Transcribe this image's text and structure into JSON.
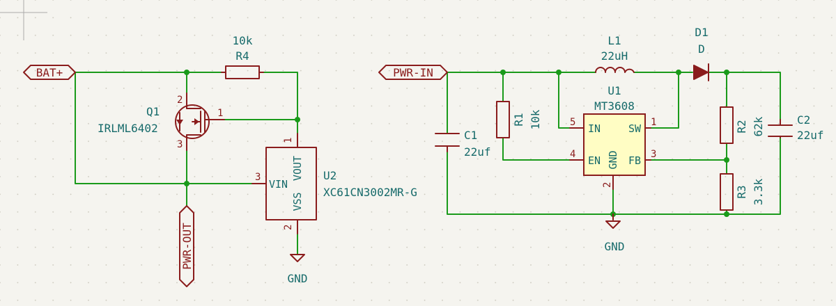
{
  "labels": {
    "bat": "BAT+",
    "pwr_out": "PWR-OUT",
    "pwr_in": "PWR-IN"
  },
  "gnd_left": "GND",
  "gnd_right": "GND",
  "r4": {
    "ref": "R4",
    "value": "10k"
  },
  "q1": {
    "ref": "Q1",
    "value": "IRLML6402",
    "pin1": "1",
    "pin2": "2",
    "pin3": "3"
  },
  "u2": {
    "ref": "U2",
    "value": "XC61CN3002MR-G",
    "vin": "VIN",
    "vss": "VSS",
    "vout": "VOUT",
    "pin1": "1",
    "pin2": "2",
    "pin3": "3"
  },
  "l1": {
    "ref": "L1",
    "value": "22uH"
  },
  "d1": {
    "ref": "D1",
    "value": "D"
  },
  "u1": {
    "ref": "U1",
    "value": "MT3608",
    "in": "IN",
    "sw": "SW",
    "en": "EN",
    "fb": "FB",
    "gnd": "GND",
    "pin1": "1",
    "pin2": "2",
    "pin3": "3",
    "pin4": "4",
    "pin5": "5"
  },
  "c1": {
    "ref": "C1",
    "value": "22uf"
  },
  "r1": {
    "ref": "R1",
    "value": "10k"
  },
  "r2": {
    "ref": "R2",
    "value": "62k"
  },
  "r3": {
    "ref": "R3",
    "value": "3.3k"
  },
  "c2": {
    "ref": "C2",
    "value": "22uf"
  }
}
